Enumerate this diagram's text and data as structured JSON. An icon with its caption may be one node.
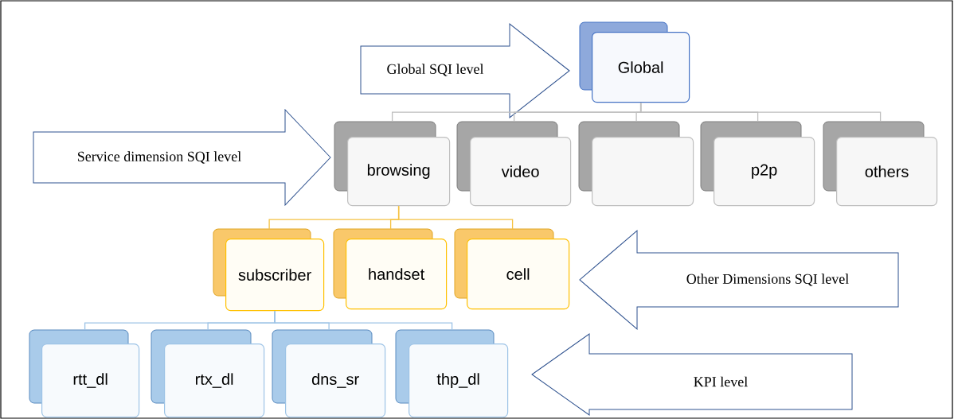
{
  "diagram": {
    "nodes": [
      {
        "text": [
          "Global"
        ]
      },
      {
        "text": [
          "browsing"
        ]
      },
      {
        "text": [
          "video"
        ]
      },
      {
        "text": [],
        "shape": "box"
      },
      {
        "text": [
          "p2p"
        ]
      },
      {
        "text": [
          "others"
        ]
      },
      {
        "text": [
          "subscriber"
        ]
      },
      {
        "text": [
          "handset"
        ]
      },
      {
        "text": [
          "cell"
        ]
      },
      {
        "text": [
          "rtt_dl"
        ]
      },
      {
        "text": [
          "rtx_dl"
        ]
      },
      {
        "text": [
          "dns_sr"
        ]
      },
      {
        "text": [
          "thp_dl"
        ]
      }
    ],
    "edges": [
      {
        "from": 0,
        "to": 1,
        "arrow": "none"
      },
      {
        "from": 0,
        "to": 2,
        "arrow": "none"
      },
      {
        "from": 0,
        "to": 3,
        "arrow": "none"
      },
      {
        "from": 0,
        "to": 4,
        "arrow": "none"
      },
      {
        "from": 0,
        "to": 5,
        "arrow": "none"
      },
      {
        "from": 1,
        "to": 6,
        "arrow": "none",
        "color": "#f5c242"
      },
      {
        "from": 1,
        "to": 7,
        "arrow": "none",
        "color": "#f5c242"
      },
      {
        "from": 1,
        "to": 8,
        "arrow": "none",
        "color": "#f5c242"
      },
      {
        "from": 6,
        "to": 9,
        "arrow": "none",
        "color": "#9dc3e6"
      },
      {
        "from": 6,
        "to": 10,
        "arrow": "none",
        "color": "#9dc3e6"
      },
      {
        "from": 6,
        "to": 11,
        "arrow": "none",
        "color": "#9dc3e6"
      },
      {
        "from": 6,
        "to": 12,
        "arrow": "none",
        "color": "#9dc3e6"
      }
    ],
    "labels": [
      "Global SQI level",
      "Service  dimension SQI level",
      "Other Dimensions  SQI level",
      "KPI level"
    ]
  }
}
